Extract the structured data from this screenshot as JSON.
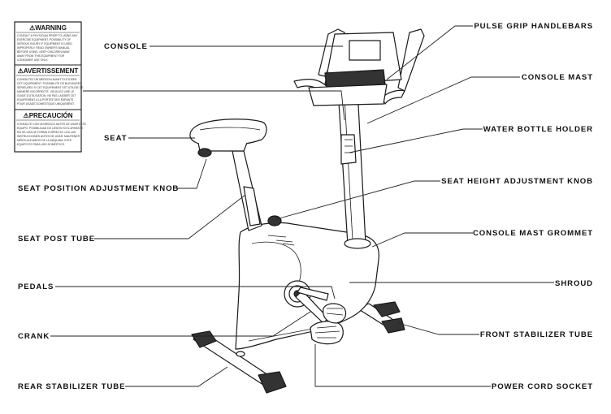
{
  "warning_label": {
    "sections": [
      {
        "heading": "⚠WARNING",
        "body": [
          "CONSULT A PHYSICIAN PRIOR TO USING ANY",
          "EXERCISE EQUIPMENT. POSSIBILITY OF",
          "SERIOUS INJURY IF EQUIPMENT IS USED",
          "IMPROPERLY. READ OWNER'S MANUAL",
          "BEFORE USING. KEEP CHILDREN AWAY",
          "AWAY FROM THIS EQUIPMENT FOR",
          "CONSUMER USE ONLY."
        ]
      },
      {
        "heading": "⚠AVERTISSEMENT",
        "body": [
          "CONSULTEZ UN MEDECIN AVANT D'UTILISER",
          "CET EQUIPEMENT. POSSIBILITE DE BLESSURES",
          "SERIEUSES SI CET EQUIPEMENT EST UTILISE DE",
          "MANIERE INCORRECTE. VEUILLEZ LIRE LE",
          "GUIDE D'UTILISATION. NE PAS LAISSER CET",
          "EQUIPEMENT A LA PORTEE DES ENFANTS",
          "POUR USAGE DOMESTIQUE UNIQUEMENT."
        ]
      },
      {
        "heading": "⚠PRECAUCIÓN",
        "body": [
          "CONSULTE CON UN MEDICO ANTES DE USAR ESTE",
          "EQUIPO. POSIBILIDAD DE LESIÓN SI EL APARATO",
          "NO SE USA DE FORMA CORRECTA. LEA LAS",
          "INSTRUCCIONES ANTES DE USAR. MANTENER",
          "NIÑOS ALEJADOS DE LA MAQUINA. ESTE",
          "EQUIPO ES PARA USO DOMÉSTICO."
        ]
      }
    ]
  },
  "labels": {
    "console": "CONSOLE",
    "seat": "SEAT",
    "seat_position_adjustment_knob": "SEAT POSITION ADJUSTMENT KNOB",
    "seat_post_tube": "SEAT POST TUBE",
    "pedals": "PEDALS",
    "crank": "CRANK",
    "rear_stabilizer_tube": "REAR STABILIZER TUBE",
    "pulse_grip_handlebars": "PULSE GRIP HANDLEBARS",
    "console_mast": "CONSOLE MAST",
    "water_bottle_holder": "WATER BOTTLE HOLDER",
    "seat_height_adjustment_knob": "SEAT HEIGHT ADJUSTMENT KNOB",
    "console_mast_grommet": "CONSOLE MAST GROMMET",
    "shroud": "SHROUD",
    "front_stabilizer_tube": "FRONT STABILIZER TUBE",
    "power_cord_socket": "POWER CORD SOCKET"
  },
  "colors": {
    "line": "#222222",
    "background": "#ffffff"
  }
}
